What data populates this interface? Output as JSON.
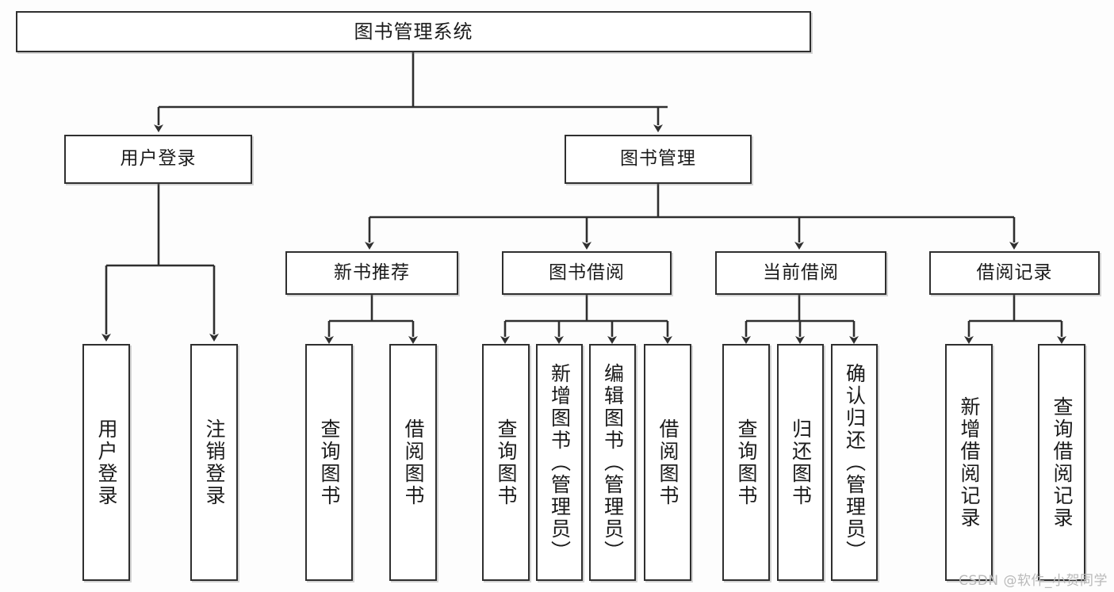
{
  "diagram": {
    "title": "图书管理系统",
    "type": "hierarchy-tree",
    "watermark": "CSDN @软件_小贺同学",
    "colors": {
      "stroke": "#2f2f2f",
      "fill": "#ffffff",
      "background": "#fdfdfd",
      "text": "#1b1b1b",
      "watermark": "#b9b9b9"
    },
    "root": {
      "label": "图书管理系统"
    },
    "level2": [
      {
        "label": "用户登录"
      },
      {
        "label": "图书管理"
      }
    ],
    "level3": [
      {
        "label": "新书推荐"
      },
      {
        "label": "图书借阅"
      },
      {
        "label": "当前借阅"
      },
      {
        "label": "借阅记录"
      }
    ],
    "leaves": {
      "user_login": [
        {
          "label": "用户登录"
        },
        {
          "label": "注销登录"
        }
      ],
      "new_book": [
        {
          "label": "查询图书"
        },
        {
          "label": "借阅图书"
        }
      ],
      "book_borrow": [
        {
          "label": "查询图书"
        },
        {
          "label": "新增图书（管理员）"
        },
        {
          "label": "编辑图书（管理员）"
        },
        {
          "label": "借阅图书"
        }
      ],
      "current_borrow": [
        {
          "label": "查询图书"
        },
        {
          "label": "归还图书"
        },
        {
          "label": "确认归还（管理员）"
        }
      ],
      "borrow_record": [
        {
          "label": "新增借阅记录"
        },
        {
          "label": "查询借阅记录"
        }
      ]
    }
  }
}
